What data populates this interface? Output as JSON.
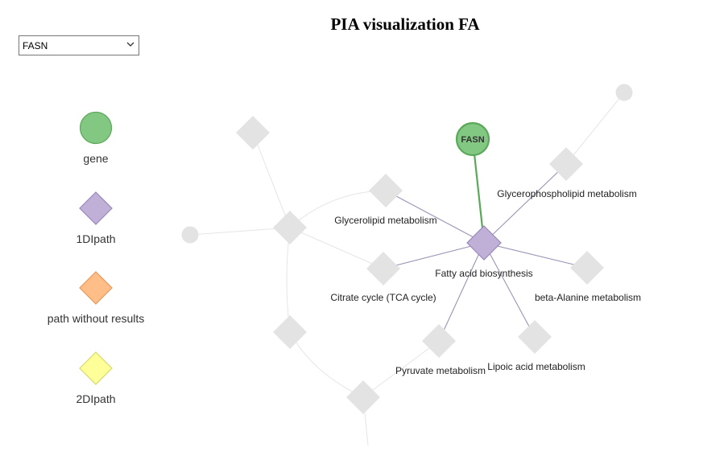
{
  "title": "PIA visualization FA",
  "selector": {
    "value": "FASN",
    "options": [
      "FASN"
    ]
  },
  "colors": {
    "gene_fill": "#82c882",
    "gene_stroke": "#5aa85a",
    "oneDI_fill": "#c0b0d8",
    "oneDI_stroke": "#9a88bb",
    "noresult_fill": "#ffbe88",
    "noresult_stroke": "#e29a5c",
    "twoDI_fill": "#ffff99",
    "twoDI_stroke": "#d8d870",
    "inactive_fill": "#e3e3e3",
    "link_active": "#5aa85a",
    "link_path": "#9a92b6",
    "link_faded": "#e5e5e5"
  },
  "legend": [
    {
      "label": "gene",
      "shape": "circle",
      "color_key": "gene"
    },
    {
      "label": "1DIpath",
      "shape": "diamond",
      "color_key": "oneDI"
    },
    {
      "label": "path without results",
      "shape": "diamond",
      "color_key": "noresult"
    },
    {
      "label": "2DIpath",
      "shape": "diamond",
      "color_key": "twoDI"
    }
  ],
  "graph": {
    "nodes": [
      {
        "id": "fasn",
        "label": "FASN",
        "type": "gene",
        "state": "active"
      },
      {
        "id": "fab",
        "label": "Fatty acid biosynthesis",
        "type": "oneDI",
        "state": "active"
      },
      {
        "id": "glpl",
        "label": "Glycerophospholipid metabolism",
        "type": "path",
        "state": "inactive"
      },
      {
        "id": "gl",
        "label": "Glycerolipid metabolism",
        "type": "path",
        "state": "inactive"
      },
      {
        "id": "tca",
        "label": "Citrate cycle (TCA cycle)",
        "type": "path",
        "state": "inactive"
      },
      {
        "id": "bala",
        "label": "beta-Alanine metabolism",
        "type": "path",
        "state": "inactive"
      },
      {
        "id": "pyr",
        "label": "Pyruvate metabolism",
        "type": "path",
        "state": "inactive"
      },
      {
        "id": "lip",
        "label": "Lipoic acid metabolism",
        "type": "path",
        "state": "inactive"
      },
      {
        "id": "u1",
        "label": "",
        "type": "path",
        "state": "inactive"
      },
      {
        "id": "u2",
        "label": "",
        "type": "path",
        "state": "inactive"
      },
      {
        "id": "u3",
        "label": "",
        "type": "path",
        "state": "inactive"
      },
      {
        "id": "u4",
        "label": "",
        "type": "path",
        "state": "inactive"
      },
      {
        "id": "c1",
        "label": "",
        "type": "gene",
        "state": "inactive"
      },
      {
        "id": "c2",
        "label": "",
        "type": "gene",
        "state": "inactive"
      }
    ],
    "links": [
      {
        "source": "fasn",
        "target": "fab",
        "kind": "active"
      },
      {
        "source": "fab",
        "target": "glpl",
        "kind": "path"
      },
      {
        "source": "fab",
        "target": "gl",
        "kind": "path"
      },
      {
        "source": "fab",
        "target": "tca",
        "kind": "path"
      },
      {
        "source": "fab",
        "target": "bala",
        "kind": "path"
      },
      {
        "source": "fab",
        "target": "pyr",
        "kind": "path"
      },
      {
        "source": "fab",
        "target": "lip",
        "kind": "path"
      },
      {
        "source": "glpl",
        "target": "c1",
        "kind": "faded"
      },
      {
        "source": "u2",
        "target": "gl",
        "kind": "faded"
      },
      {
        "source": "u2",
        "target": "tca",
        "kind": "faded"
      },
      {
        "source": "u2",
        "target": "c2",
        "kind": "faded"
      },
      {
        "source": "u2",
        "target": "u1",
        "kind": "faded"
      },
      {
        "source": "u2",
        "target": "u3",
        "kind": "faded"
      },
      {
        "source": "u3",
        "target": "u4",
        "kind": "faded"
      },
      {
        "source": "u4",
        "target": "pyr",
        "kind": "faded"
      }
    ]
  }
}
